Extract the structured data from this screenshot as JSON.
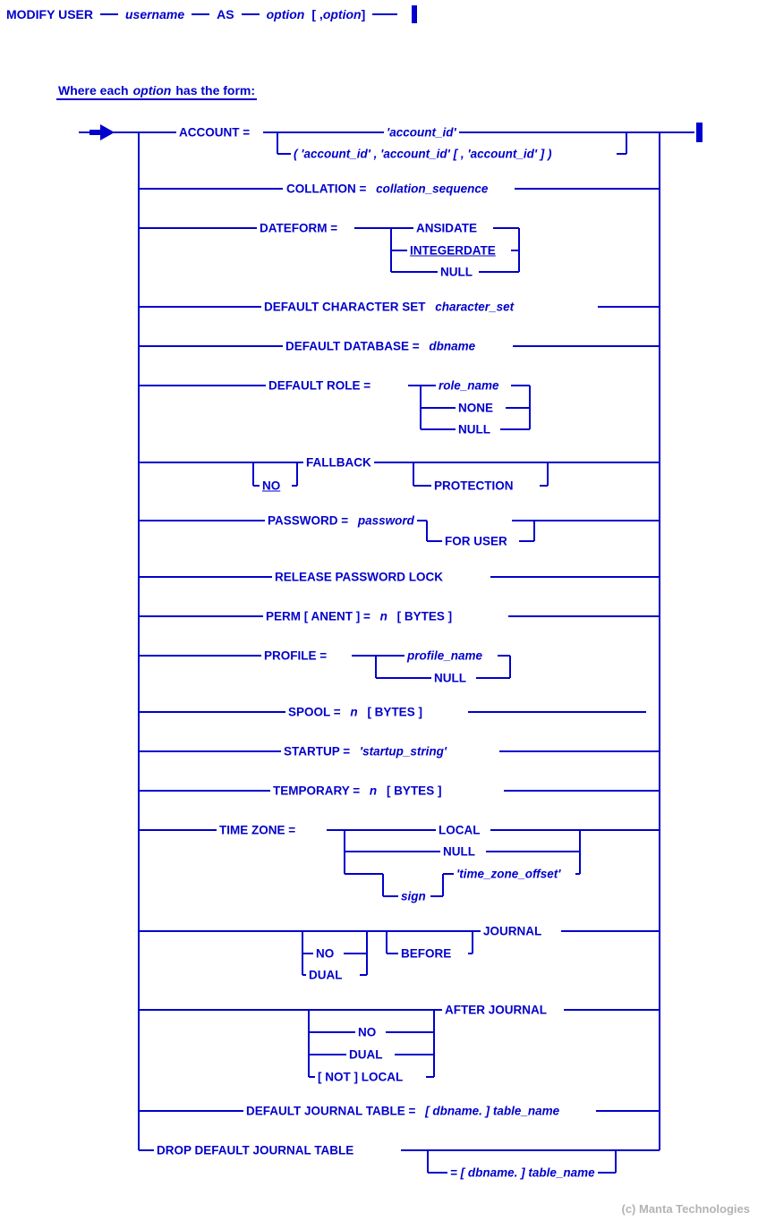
{
  "statement": {
    "kw_modify_user": "MODIFY USER",
    "var_username": "username",
    "kw_as": "AS",
    "var_option": "option",
    "opt_open": "[ ,",
    "var_option2": "option",
    "opt_close": "]"
  },
  "subtitle": {
    "pre": "Where each",
    "var": "option",
    "post": "has the form:"
  },
  "options": {
    "account": {
      "kw": "ACCOUNT =",
      "single": "'account_id'",
      "list": "( 'account_id' , 'account_id' [ , 'account_id' ] )"
    },
    "collation": {
      "kw": "COLLATION =",
      "var": "collation_sequence"
    },
    "dateform": {
      "kw": "DATEFORM =",
      "ansidate": "ANSIDATE",
      "integerdate": "INTEGERDATE",
      "null_opt": "NULL"
    },
    "default_character_set": {
      "kw": "DEFAULT CHARACTER SET",
      "var": "character_set"
    },
    "default_database": {
      "kw": "DEFAULT DATABASE =",
      "var": "dbname"
    },
    "default_role": {
      "kw": "DEFAULT ROLE =",
      "var": "role_name",
      "none": "NONE",
      "null_opt": "NULL"
    },
    "fallback": {
      "no": "NO",
      "kw": "FALLBACK",
      "protection": "PROTECTION"
    },
    "password": {
      "kw": "PASSWORD =",
      "var": "password",
      "for_user": "FOR USER"
    },
    "release_password_lock": {
      "kw": "RELEASE PASSWORD LOCK"
    },
    "perm": {
      "kw": "PERM [ ANENT ] =",
      "var": "n",
      "bytes": "[ BYTES ]"
    },
    "profile": {
      "kw": "PROFILE =",
      "var": "profile_name",
      "null_opt": "NULL"
    },
    "spool": {
      "kw": "SPOOL =",
      "var": "n",
      "bytes": "[ BYTES ]"
    },
    "startup": {
      "kw": "STARTUP =",
      "var": "'startup_string'"
    },
    "temporary": {
      "kw": "TEMPORARY =",
      "var": "n",
      "bytes": "[ BYTES ]"
    },
    "time_zone": {
      "kw": "TIME ZONE =",
      "local": "LOCAL",
      "null_opt": "NULL",
      "offset": "'time_zone_offset'",
      "sign": "sign"
    },
    "before_journal": {
      "no": "NO",
      "dual": "DUAL",
      "before": "BEFORE",
      "journal": "JOURNAL"
    },
    "after_journal": {
      "no": "NO",
      "dual": "DUAL",
      "not_local": "[ NOT ] LOCAL",
      "kw": "AFTER JOURNAL"
    },
    "default_journal_table": {
      "kw": "DEFAULT JOURNAL TABLE =",
      "var": "[ dbname. ] table_name"
    },
    "drop_default_journal_table": {
      "kw": "DROP DEFAULT JOURNAL TABLE",
      "opt": "= [ dbname. ] table_name"
    }
  },
  "footer": {
    "copyright": "(c) Manta Technologies"
  },
  "colors": {
    "accent": "#0000cc",
    "footer_text": "#b3b3b3",
    "background": "#ffffff"
  }
}
